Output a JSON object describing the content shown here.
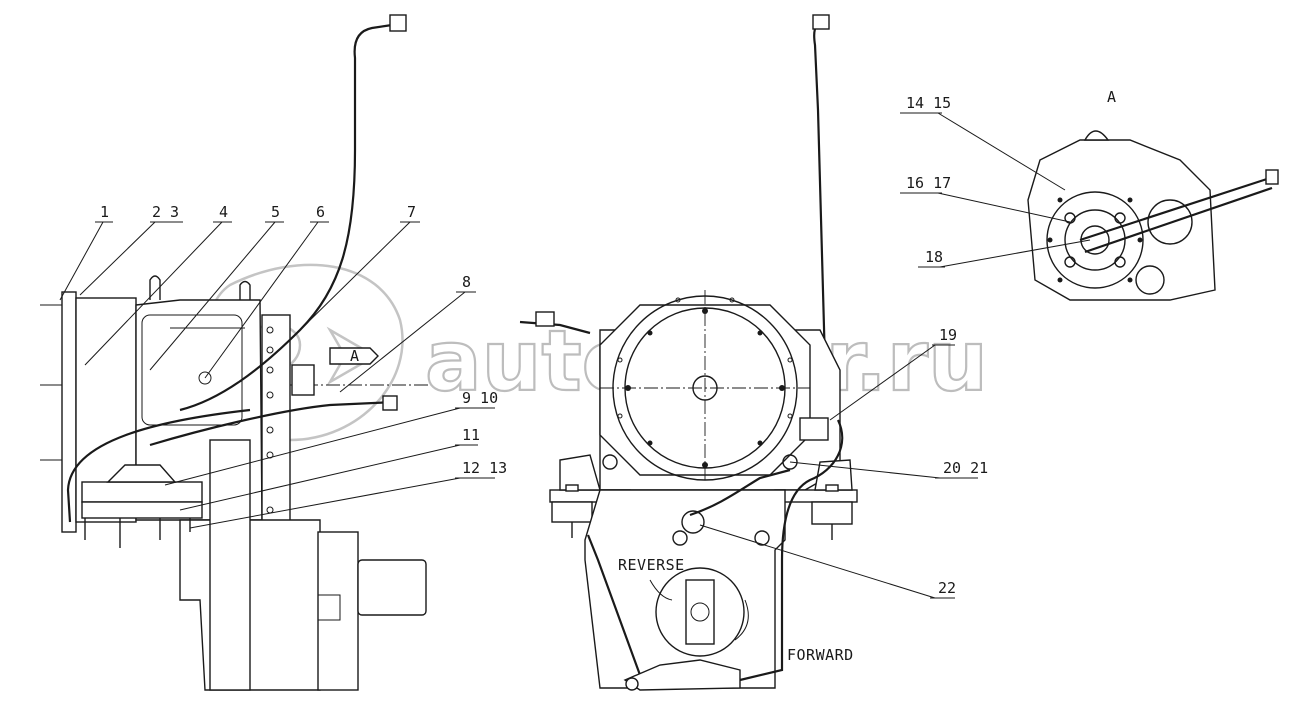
{
  "watermark": {
    "text": "autopiter.ru"
  },
  "view_labels": {
    "detail_view_title": "A",
    "arrow_label": "A"
  },
  "direction_labels": {
    "reverse": "REVERSE",
    "forward": "FORWARD"
  },
  "callouts": {
    "c1": "1",
    "c2_3": "2 3",
    "c4": "4",
    "c5": "5",
    "c6": "6",
    "c7": "7",
    "c8": "8",
    "c9_10": "9 10",
    "c11": "11",
    "c12_13": "12 13",
    "c14_15": "14 15",
    "c16_17": "16 17",
    "c18": "18",
    "c19": "19",
    "c20_21": "20 21",
    "c22": "22"
  }
}
